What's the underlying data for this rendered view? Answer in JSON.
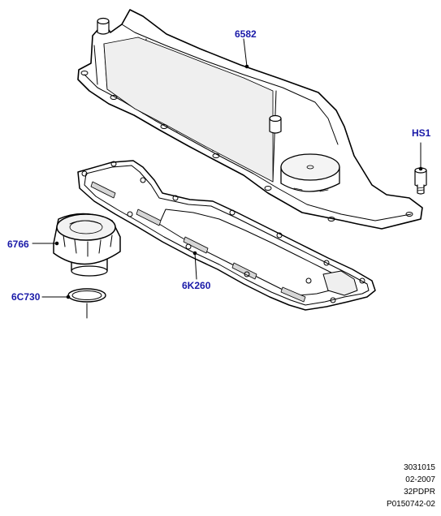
{
  "callouts": {
    "cam_cover": "6582",
    "bolt": "HS1",
    "oil_filler_cap": "6766",
    "oil_filler_seal": "6C730",
    "cover_gasket": "6K260"
  },
  "meta": {
    "line1": "3031015",
    "line2": "02-2007",
    "line3": "32PDPR",
    "line4": "P0150742-02"
  },
  "colors": {
    "callout_text": "#1a1aa8",
    "line_art": "#000000"
  }
}
